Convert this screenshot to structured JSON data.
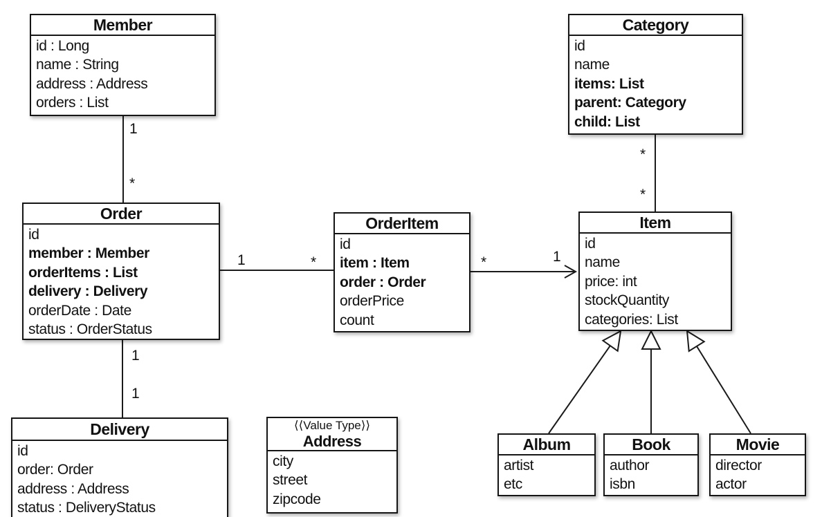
{
  "uml": {
    "diagram_type": "uml-class-diagram",
    "colors": {
      "background": "#ffffff",
      "box_background": "#ffffff",
      "box_border": "#151515",
      "line": "#1a1a1a",
      "text": "#111111"
    },
    "classes": [
      {
        "name": "Member",
        "stereotype": "",
        "attributes": [
          {
            "text": "id : Long",
            "bold": false
          },
          {
            "text": "name : String",
            "bold": false
          },
          {
            "text": "address : Address",
            "bold": false
          },
          {
            "text": "orders : List",
            "bold": false
          }
        ]
      },
      {
        "name": "Category",
        "stereotype": "",
        "attributes": [
          {
            "text": "id",
            "bold": false
          },
          {
            "text": "name",
            "bold": false
          },
          {
            "text": "items: List",
            "bold": true
          },
          {
            "text": "parent: Category",
            "bold": true
          },
          {
            "text": "child: List",
            "bold": true
          }
        ]
      },
      {
        "name": "Order",
        "stereotype": "",
        "attributes": [
          {
            "text": "id",
            "bold": false
          },
          {
            "text": "member : Member",
            "bold": true
          },
          {
            "text": "orderItems : List",
            "bold": true
          },
          {
            "text": "delivery : Delivery",
            "bold": true
          },
          {
            "text": "orderDate : Date",
            "bold": false
          },
          {
            "text": "status : OrderStatus",
            "bold": false
          }
        ]
      },
      {
        "name": "OrderItem",
        "stereotype": "",
        "attributes": [
          {
            "text": "id",
            "bold": false
          },
          {
            "text": "item : Item",
            "bold": true
          },
          {
            "text": "order : Order",
            "bold": true
          },
          {
            "text": "orderPrice",
            "bold": false
          },
          {
            "text": "count",
            "bold": false
          }
        ]
      },
      {
        "name": "Item",
        "stereotype": "",
        "attributes": [
          {
            "text": "id",
            "bold": false
          },
          {
            "text": "name",
            "bold": false
          },
          {
            "text": "price: int",
            "bold": false
          },
          {
            "text": "stockQuantity",
            "bold": false
          },
          {
            "text": "categories: List",
            "bold": false
          }
        ]
      },
      {
        "name": "Delivery",
        "stereotype": "",
        "attributes": [
          {
            "text": "id",
            "bold": false
          },
          {
            "text": "order: Order",
            "bold": false
          },
          {
            "text": "address : Address",
            "bold": false
          },
          {
            "text": "status : DeliveryStatus",
            "bold": false
          }
        ]
      },
      {
        "name": "Address",
        "stereotype": "⟨⟨Value Type⟩⟩",
        "attributes": [
          {
            "text": "city",
            "bold": false
          },
          {
            "text": "street",
            "bold": false
          },
          {
            "text": "zipcode",
            "bold": false
          }
        ]
      },
      {
        "name": "Album",
        "stereotype": "",
        "attributes": [
          {
            "text": "artist",
            "bold": false
          },
          {
            "text": "etc",
            "bold": false
          }
        ]
      },
      {
        "name": "Book",
        "stereotype": "",
        "attributes": [
          {
            "text": "author",
            "bold": false
          },
          {
            "text": "isbn",
            "bold": false
          }
        ]
      },
      {
        "name": "Movie",
        "stereotype": "",
        "attributes": [
          {
            "text": "director",
            "bold": false
          },
          {
            "text": "actor",
            "bold": false
          }
        ]
      }
    ],
    "associations": [
      {
        "source": "Member",
        "target": "Order",
        "source_label": "1",
        "target_label": "*",
        "style": "plain"
      },
      {
        "source": "Order",
        "target": "OrderItem",
        "source_label": "1",
        "target_label": "*",
        "style": "plain"
      },
      {
        "source": "OrderItem",
        "target": "Item",
        "source_label": "*",
        "target_label": "1",
        "style": "open-arrow-to-target"
      },
      {
        "source": "Category",
        "target": "Item",
        "source_label": "*",
        "target_label": "*",
        "style": "plain"
      },
      {
        "source": "Order",
        "target": "Delivery",
        "source_label": "1",
        "target_label": "1",
        "style": "plain"
      }
    ],
    "inheritance": [
      {
        "child": "Album",
        "parent": "Item"
      },
      {
        "child": "Book",
        "parent": "Item"
      },
      {
        "child": "Movie",
        "parent": "Item"
      }
    ]
  }
}
